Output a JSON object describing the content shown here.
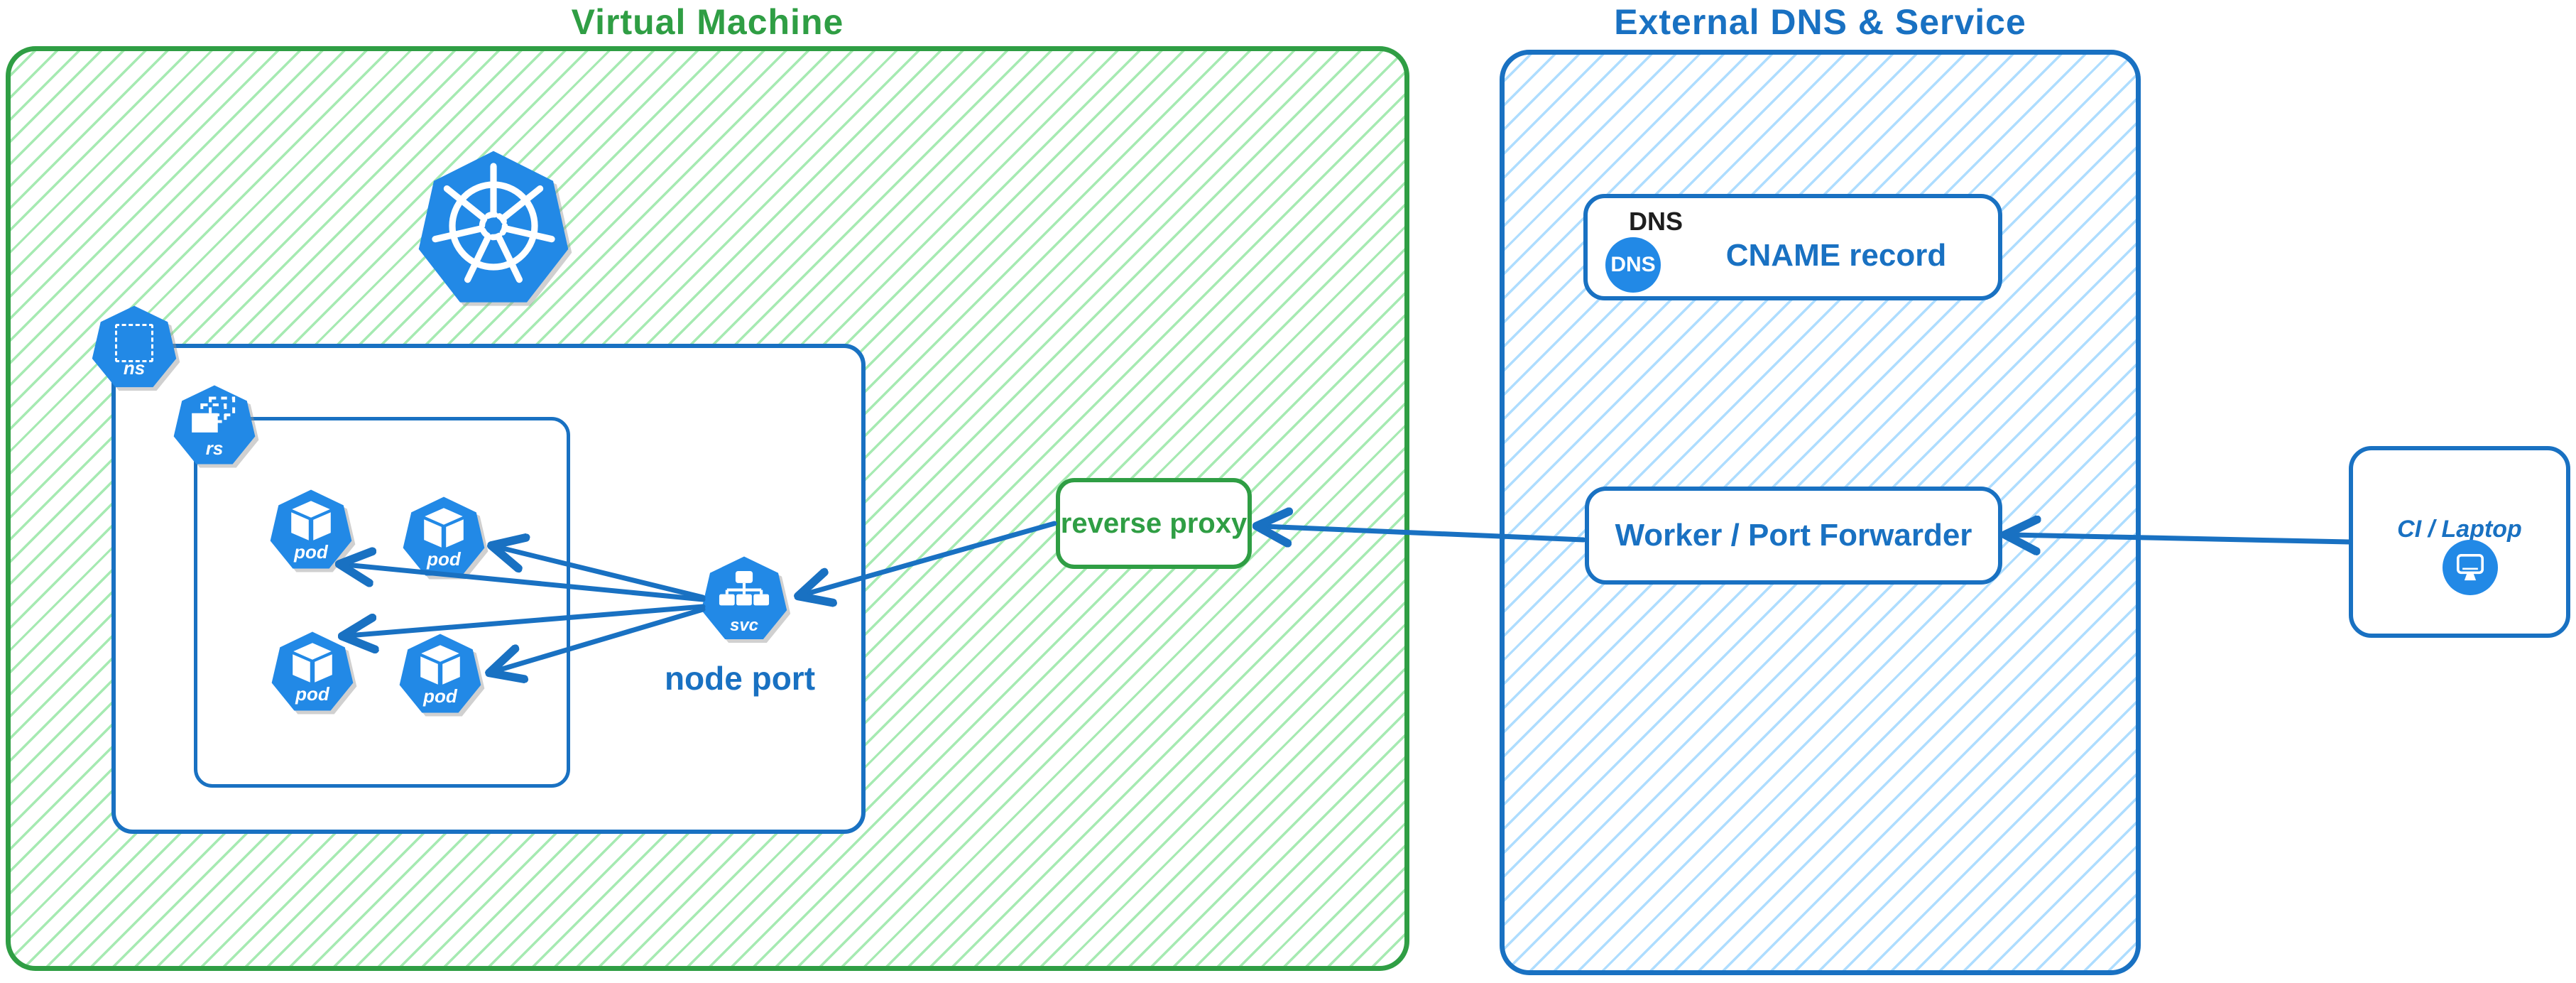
{
  "diagram": {
    "vm": {
      "title": "Virtual Machine"
    },
    "k8s": {
      "ns_label": "ns",
      "rs_label": "rs",
      "pod_label": "pod",
      "svc_label": "svc",
      "node_port_label": "node port"
    },
    "reverse_proxy_label": "reverse proxy",
    "external": {
      "title": "External DNS & Service",
      "dns_heading": "DNS",
      "dns_badge": "DNS",
      "cname_label": "CNAME record",
      "worker_label": "Worker / Port Forwarder"
    },
    "client_label": "CI / Laptop",
    "icons": [
      "kubernetes-logo-icon",
      "namespace-icon",
      "replicaset-icon",
      "pod-icon",
      "service-icon",
      "dns-badge-icon",
      "monitor-icon"
    ],
    "colors": {
      "green_border": "#2f9e44",
      "green_hatch": "#a6eab2",
      "blue_border": "#1971c2",
      "blue_hatch": "#aeddff",
      "icon_blue": "#2289e6",
      "arrow_blue": "#1971c2",
      "text_black": "#1e1e1e"
    }
  }
}
